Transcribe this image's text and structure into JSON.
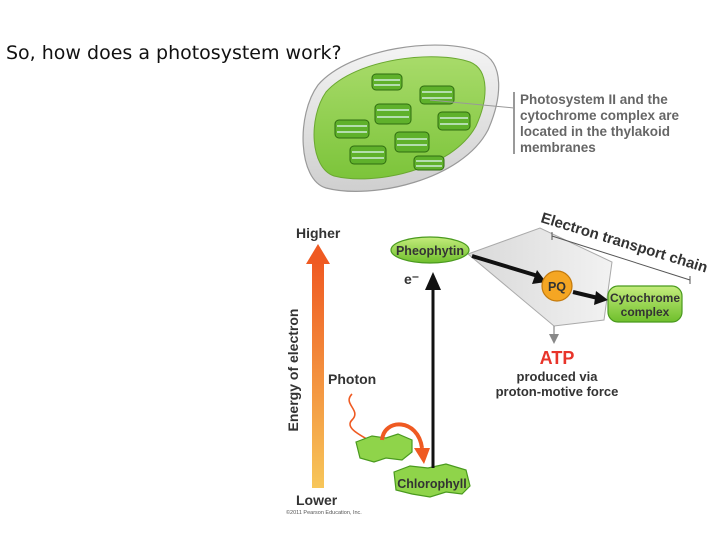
{
  "slide": {
    "title": "So, how does a photosystem work?"
  },
  "chloroplast": {
    "caption_lines": [
      "Photosystem II and the",
      "cytochrome complex are",
      "located in the thylakoid",
      "membranes"
    ]
  },
  "energy_axis": {
    "label": "Energy of electron",
    "top": "Higher",
    "bottom": "Lower"
  },
  "nodes": {
    "pheophytin": "Pheophytin",
    "electron": "e⁻",
    "pq": "PQ",
    "cytochrome_lines": [
      "Cytochrome",
      "complex"
    ],
    "chlorophyll": "Chlorophyll",
    "photon": "Photon"
  },
  "etc_label": "Electron transport chain",
  "atp": {
    "title": "ATP",
    "lines": [
      "produced via",
      "proton-motive force"
    ]
  },
  "copyright": "©2011 Pearson Education, Inc.",
  "colors": {
    "green_fill": "#8fd44a",
    "green_dark": "#4a9a1e",
    "pq_orange": "#f5a623",
    "atp_red": "#e8342a",
    "arrow_orange": "#f0662a"
  }
}
